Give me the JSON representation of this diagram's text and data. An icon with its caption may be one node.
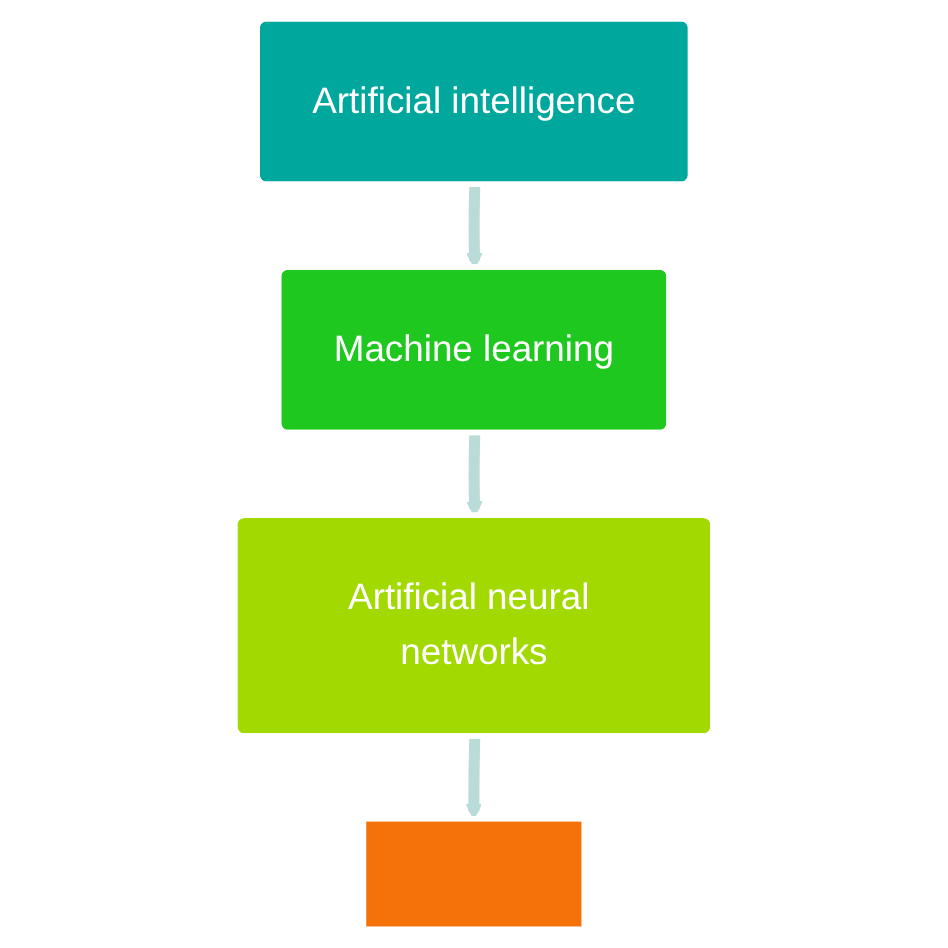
{
  "diagram": {
    "nodes": [
      {
        "text": [
          "Artificial intelligence"
        ]
      },
      {
        "text": [
          "Machine learning"
        ]
      },
      {
        "text": [
          "Artificial neural networks"
        ]
      },
      {
        "text": [],
        "shape": "box"
      }
    ],
    "edges": [
      {
        "from": 0,
        "to": 1,
        "arrow": "to"
      },
      {
        "from": 1,
        "to": 2,
        "arrow": "to"
      },
      {
        "from": 2,
        "to": 3,
        "arrow": "to"
      }
    ]
  }
}
